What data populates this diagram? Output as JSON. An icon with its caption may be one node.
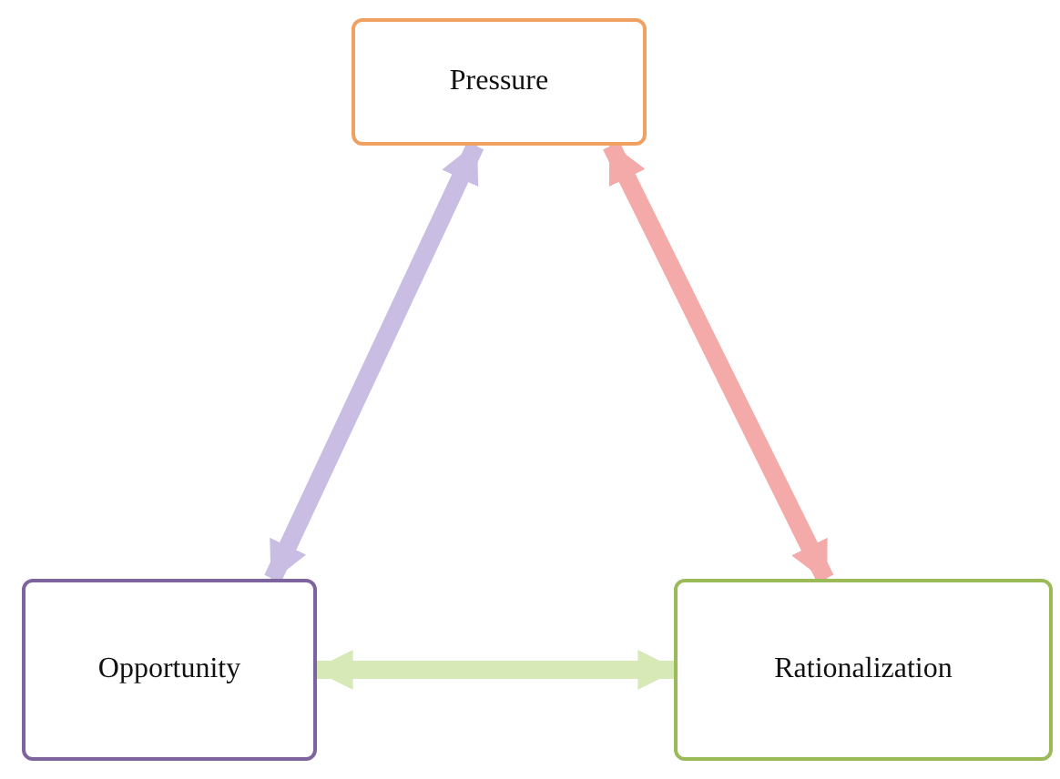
{
  "diagram": {
    "nodes": [
      {
        "text": [
          "Pressure"
        ]
      },
      {
        "text": [
          "Opportunity"
        ]
      },
      {
        "text": [
          "Rationalization"
        ]
      }
    ],
    "edges": [
      {
        "from": 0,
        "to": 1,
        "arrow": "both",
        "color": "#c9bde3"
      },
      {
        "from": 0,
        "to": 2,
        "arrow": "both",
        "color": "#f3aaa8"
      },
      {
        "from": 1,
        "to": 2,
        "arrow": "both",
        "color": "#d8e9b8"
      }
    ]
  }
}
